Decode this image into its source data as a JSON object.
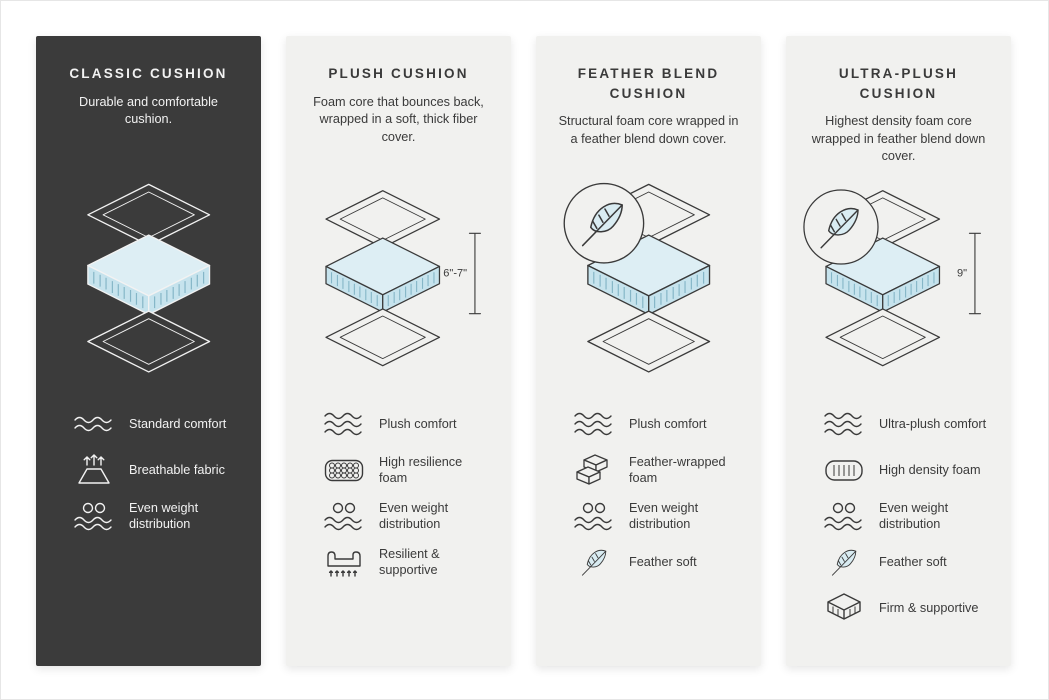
{
  "colors": {
    "dark_card_bg": "#3b3b3b",
    "light_card_bg": "#f1f1ef",
    "accent_blue_light": "#ddeef4",
    "accent_blue": "#c6e3ed",
    "ink": "#3a3a3a"
  },
  "cards": [
    {
      "id": "classic-cushion",
      "theme": "dark",
      "title": "CLASSIC CUSHION",
      "description": "Durable and comfortable cushion.",
      "measurement": "",
      "features": [
        {
          "icon": "waves-icon",
          "label": "Standard comfort"
        },
        {
          "icon": "breathable-icon",
          "label": "Breathable fabric"
        },
        {
          "icon": "even-weight-icon",
          "label": "Even weight distribution"
        }
      ]
    },
    {
      "id": "plush-cushion",
      "theme": "light",
      "title": "PLUSH CUSHION",
      "description": "Foam core that bounces back, wrapped in a soft, thick fiber cover.",
      "measurement": "6\"-7\"",
      "features": [
        {
          "icon": "waves-icon",
          "label": "Plush comfort"
        },
        {
          "icon": "foam-bubbles-icon",
          "label": "High resilience foam"
        },
        {
          "icon": "even-weight-icon",
          "label": "Even weight distribution"
        },
        {
          "icon": "chaise-springs-icon",
          "label": "Resilient & supportive"
        }
      ]
    },
    {
      "id": "feather-blend-cushion",
      "theme": "light",
      "title": "FEATHER BLEND CUSHION",
      "description": "Structural foam core wrapped in a feather blend down cover.",
      "measurement": "",
      "badge": "feather-badge",
      "features": [
        {
          "icon": "waves-icon",
          "label": "Plush comfort"
        },
        {
          "icon": "bricks-icon",
          "label": "Feather-wrapped foam"
        },
        {
          "icon": "even-weight-icon",
          "label": "Even weight distribution"
        },
        {
          "icon": "feather-icon",
          "label": "Feather soft"
        }
      ]
    },
    {
      "id": "ultra-plush-cushion",
      "theme": "light",
      "title": "ULTRA-PLUSH CUSHION",
      "description": "Highest density foam core wrapped in feather blend down cover.",
      "measurement": "9\"",
      "badge": "feather-badge",
      "features": [
        {
          "icon": "waves-icon",
          "label": "Ultra-plush comfort"
        },
        {
          "icon": "density-stripes-icon",
          "label": "High density foam"
        },
        {
          "icon": "even-weight-icon",
          "label": "Even weight distribution"
        },
        {
          "icon": "feather-icon",
          "label": "Feather soft"
        },
        {
          "icon": "firm-slab-icon",
          "label": "Firm & supportive"
        }
      ]
    }
  ]
}
